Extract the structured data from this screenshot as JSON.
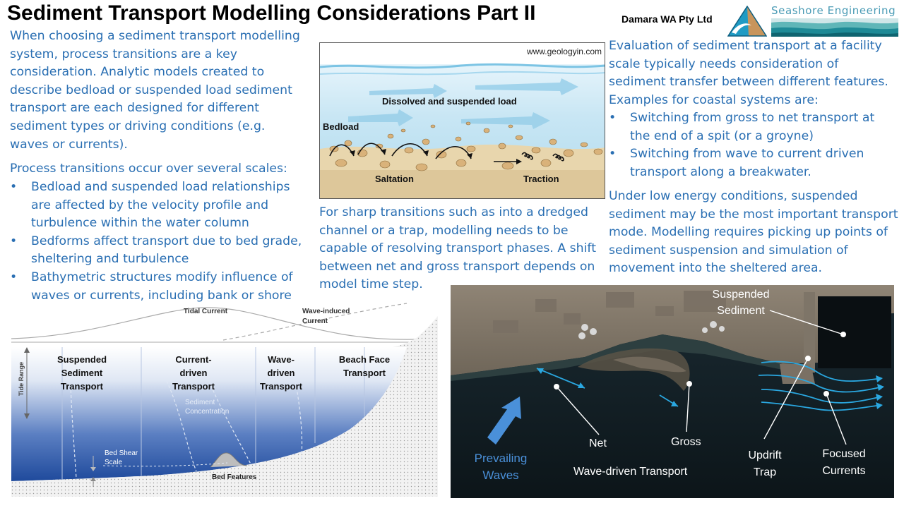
{
  "header": {
    "title": "Sediment Transport Modelling Considerations Part II",
    "company": "Damara WA Pty Ltd",
    "seashore_logo_text": "Seashore Engineering"
  },
  "left_column": {
    "intro": "When choosing a sediment transport modelling system, process transitions are a key consideration. Analytic models created to describe bedload or suspended load sediment transport are each designed for different sediment types or driving conditions (e.g. waves or currents).",
    "scales_heading": "Process transitions occur over several scales:",
    "bullets": [
      "Bedload and suspended load relationships are affected by the velocity profile and turbulence within the water column",
      "Bedforms affect transport due to bed grade, sheltering and turbulence",
      "Bathymetric structures modify influence of waves or currents, including bank or shore orientation."
    ],
    "bullet_glyph": "•"
  },
  "center_column": {
    "para": "For sharp transitions such as into a dredged channel or a trap, modelling needs to be capable of resolving transport phases. A shift between net and gross transport depends on model time step."
  },
  "right_column": {
    "intro": "Evaluation of sediment transport at a facility scale typically needs consideration of sediment transfer between different features. Examples for coastal systems are:",
    "bullets": [
      "Switching from gross to net transport at the end of a spit (or a groyne)",
      "Switching from wave to current driven transport along a breakwater."
    ],
    "para2": "Under low energy conditions, suspended sediment may be the most important transport mode. Modelling requires picking up points of sediment suspension and simulation of movement into the sheltered area."
  },
  "sediment_figure": {
    "source": "www.geologyin.com",
    "label_dissolved": "Dissolved and suspended load",
    "label_bedload": "Bedload",
    "label_saltation": "Saltation",
    "label_traction": "Traction"
  },
  "profile_figure": {
    "tidal_current": "Tidal Current",
    "wave_induced_1": "Wave-induced",
    "wave_induced_2": "Current",
    "tide_range": "Tide Range",
    "zone1": [
      "Suspended",
      "Sediment",
      "Transport"
    ],
    "zone2": [
      "Current-",
      "driven",
      "Transport"
    ],
    "zone3": [
      "Wave-",
      "driven",
      "Transport"
    ],
    "zone4": [
      "Beach Face",
      "Transport"
    ],
    "sediment_conc_1": "Sediment",
    "sediment_conc_2": "Concentration",
    "bed_shear_1": "Bed Shear",
    "bed_shear_2": "Scale",
    "bed_features": "Bed Features"
  },
  "aerial_figure": {
    "suspended_1": "Suspended",
    "suspended_2": "Sediment",
    "prevailing_1": "Prevailing",
    "prevailing_2": "Waves",
    "net": "Net",
    "gross": "Gross",
    "wave_driven": "Wave-driven Transport",
    "updrift_1": "Updrift",
    "updrift_2": "Trap",
    "focused_1": "Focused",
    "focused_2": "Currents"
  },
  "colors": {
    "body_text": "#2a6fb3",
    "prevailing_waves": "#4a90d9",
    "arrow_cyan": "#2aa7e0"
  }
}
